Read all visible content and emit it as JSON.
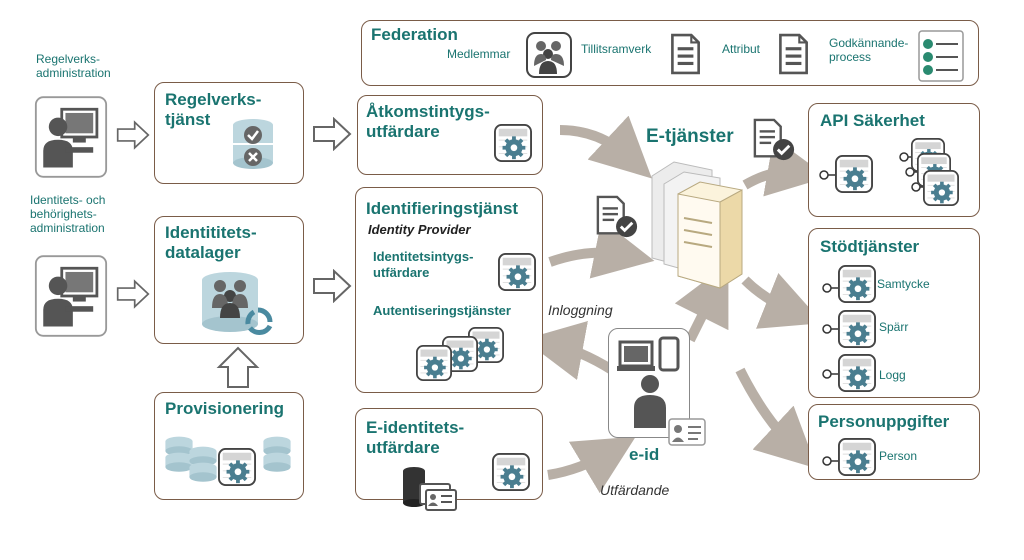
{
  "colors": {
    "accent": "#1a7470",
    "border": "#7a5c48",
    "arrow": "#b8afa6",
    "icon": "#555555",
    "light_blue": "#bcd6de"
  },
  "actors": {
    "regelverk": "Regelverks-\nadministration",
    "identitet": "Identitets- och\nbehörighets-\nadministration"
  },
  "federation": {
    "title": "Federation",
    "medlemmar": "Medlemmar",
    "tillitsramverk": "Tillitsramverk",
    "attribut": "Attribut",
    "godkannande": "Godkännande-\nprocess"
  },
  "regelverkstjanst": {
    "title": "Regelverks-\ntjänst"
  },
  "identitetsdatalager": {
    "title": "Identititets-\ndatalager"
  },
  "provisionering": {
    "title": "Provisionering"
  },
  "atkomst": {
    "title": "Åtkomstintygs-\nutfärdare"
  },
  "idp": {
    "title": "Identifieringstjänst",
    "subtitle": "Identity Provider",
    "identitetsintyg": "Identitetsintygs-\nutfärdare",
    "autentisering": "Autentiseringstjänster"
  },
  "eid_utf": {
    "title": "E-identitets-\nutfärdare"
  },
  "etjanster": {
    "title": "E-tjänster"
  },
  "eid": {
    "title": "e-id"
  },
  "labels": {
    "inloggning": "Inloggning",
    "utfardande": "Utfärdande"
  },
  "api": {
    "title": "API Säkerhet"
  },
  "stod": {
    "title": "Stödtjänster",
    "items": [
      "Samtycke",
      "Spärr",
      "Logg"
    ]
  },
  "person": {
    "title": "Personuppgifter",
    "item": "Person"
  }
}
